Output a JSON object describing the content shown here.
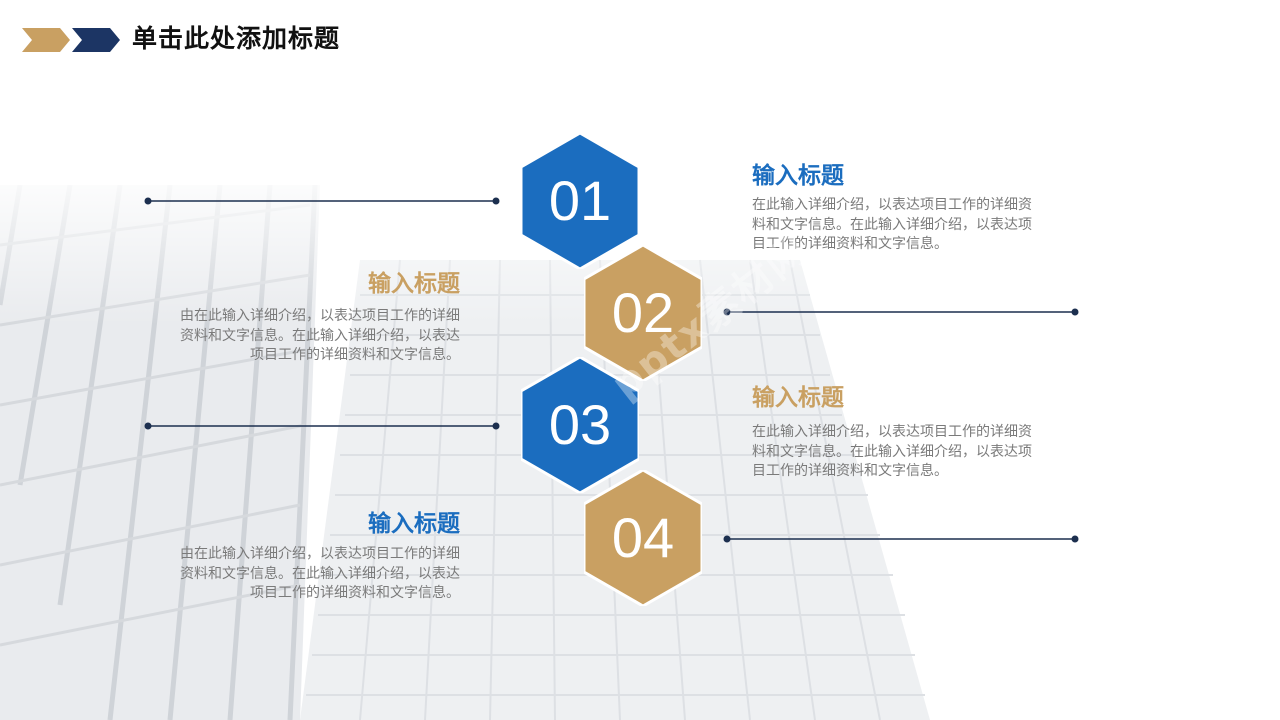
{
  "header": {
    "title": "单击此处添加标题",
    "chevron_colors": [
      "#C9A062",
      "#1C3564"
    ]
  },
  "colors": {
    "blue": "#1B6DBF",
    "gold": "#C9A062",
    "navy": "#1C2F4F",
    "text_gray": "#7a7a7a"
  },
  "steps": [
    {
      "number": "01",
      "color": "#1B6DBF",
      "title": "输入标题",
      "title_color": "#1B6DBF",
      "lines": [
        "在此输入详细介绍，以表达项目工作的详细资",
        "料和文字信息。在此输入详细介绍，以表达项",
        "目工作的详细资料和文字信息。"
      ]
    },
    {
      "number": "02",
      "color": "#C9A062",
      "title": "输入标题",
      "title_color": "#C9A062",
      "lines": [
        "由在此输入详细介绍，以表达项目工作的详细",
        "资料和文字信息。在此输入详细介绍，以表达",
        "项目工作的详细资料和文字信息。"
      ]
    },
    {
      "number": "03",
      "color": "#1B6DBF",
      "title": "输入标题",
      "title_color": "#C9A062",
      "lines": [
        "在此输入详细介绍，以表达项目工作的详细资",
        "料和文字信息。在此输入详细介绍，以表达项",
        "目工作的详细资料和文字信息。"
      ]
    },
    {
      "number": "04",
      "color": "#C9A062",
      "title": "输入标题",
      "title_color": "#1B6DBF",
      "lines": [
        "由在此输入详细介绍，以表达项目工作的详细",
        "资料和文字信息。在此输入详细介绍，以表达",
        "项目工作的详细资料和文字信息。"
      ]
    }
  ],
  "watermark": "pptx素材网"
}
